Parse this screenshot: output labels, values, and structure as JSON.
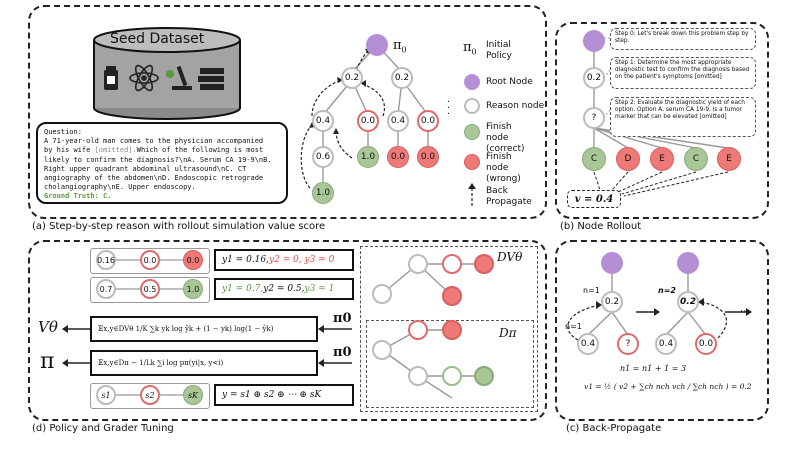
{
  "panel_a": {
    "seed_dataset_label": "Seed Dataset",
    "question": {
      "label": "Question:",
      "text_lines": [
        "A 71-year-old man comes to the physician accompanied",
        "by his wife",
        "Which of the following is most",
        "likely to confirm the diagnosis?\\nA. Serum CA 19-9\\nB.",
        "Right upper quadrant abdominal ultrasound\\nC. CT",
        "angiography of the abdomen\\nD. Endoscopic retrograde",
        "cholangiography\\nE. Upper endoscopy."
      ],
      "omitted": "[omitted].",
      "ground_truth": "Ground Truth: C."
    },
    "policy_symbol": "π",
    "policy_sub": "0",
    "tree_values": {
      "l1_left": "0.2",
      "l1_right": "0.2",
      "l2_a": "0.4",
      "l2_b": "0.0",
      "l2_c": "0.4",
      "l2_d": "0.0",
      "l3_a": "0.6",
      "l3_b": "1.0",
      "l3_c": "0.0",
      "l3_d": "0.0",
      "l4_a": "1.0"
    },
    "legend": {
      "initial_policy_symbol": "π",
      "initial_policy_sub": "0",
      "initial_policy": "Initial Policy",
      "root_node": "Root Node",
      "reason_node": "Reason node",
      "finish_correct": "Finish node (correct)",
      "finish_wrong": "Finish node (wrong)",
      "back_propagate": "Back Propagate"
    },
    "caption": "(a) Step-by-step reason with rollout simulation value score"
  },
  "panel_b": {
    "node_value": "0.2",
    "step_node": "?",
    "step0": "Step 0: Let's break down this problem step by step.",
    "step1": "Step 1: Determine the most appropriate diagnostic test to confirm the diagnosis based on the patient's symptoms [omitted]",
    "step2": "Step 2: Evaluate the diagnostic yield of each option. Option A, serum CA 19-9, is a tumor marker that can be elevated [omitted]",
    "leaves": [
      "C",
      "D",
      "E",
      "C",
      "E"
    ],
    "value_label": "v = 0.4",
    "caption": "(b) Node Rollout"
  },
  "panel_d": {
    "row1": [
      "0.16",
      "0.0",
      "0.0"
    ],
    "row2": [
      "0.7",
      "0.5",
      "1.0"
    ],
    "row3": [
      "s1",
      "s2",
      "sK"
    ],
    "eq1": {
      "black": "y1 = 0.16,",
      "red": " y2 = 0, y3 = 0"
    },
    "eq2": {
      "green": "y1 = 0.7,",
      "black": " y2 = 0.5,",
      "green2": " y3 = 1"
    },
    "eq3": "y = s1 ⊕ s2 ⊕ ⋯ ⊕ sK",
    "loss_v": "𝔼x,y∈DVθ 1/K ∑k yk log ŷk + (1 − yk) log(1 − ŷk)",
    "loss_pi": "𝔼x,y∈Dπ − 1/Lk ∑i log pπ(yi|x, y<i)",
    "v_theta": "Vθ",
    "pi": "π",
    "pi0": "π0",
    "d_v": "DVθ",
    "d_pi": "Dπ",
    "caption": "(d) Policy and Grader Tuning"
  },
  "panel_c": {
    "n1": "n=1",
    "n2": "n=2",
    "val_left": "0.2",
    "val_right": "0.2",
    "leaf_a": "0.4",
    "leaf_b": "?",
    "leaf_c": "0.4",
    "leaf_d": "0.0",
    "eq_n": "n1 = n1 + 1 = 3",
    "eq_v": "v1 = ½ ( v2 + ∑ch nch vch / ∑ch nch ) = 0.2",
    "caption": "(c) Back-Propagate"
  },
  "colors": {
    "root": "#b48fd4",
    "correct": "#a9c796",
    "wrong": "#ee7a78",
    "reason_ring": "#bbbbbb",
    "wrong_ring": "#e06a6a"
  }
}
